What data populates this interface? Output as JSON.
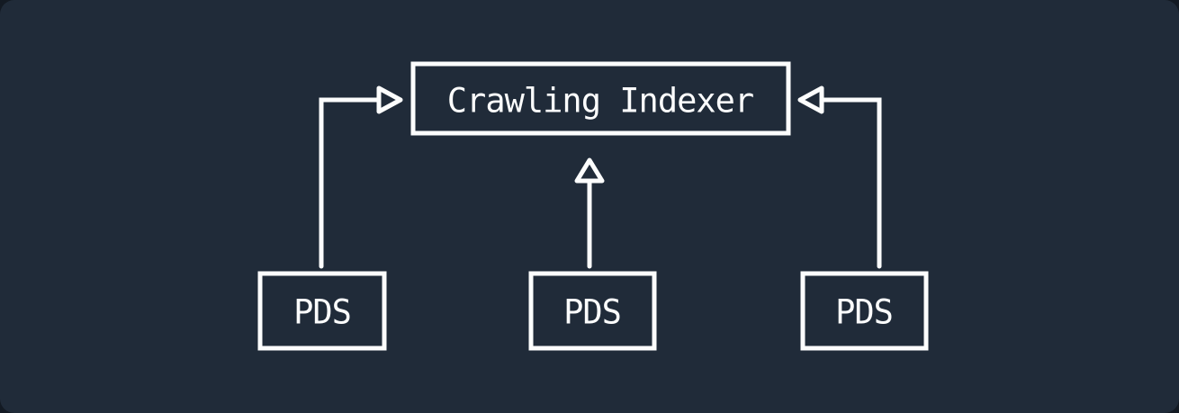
{
  "colors": {
    "page_background": "#131a23",
    "card_background": "#202b39",
    "stroke": "#fcfdfd",
    "text": "#fcfdfd"
  },
  "diagram": {
    "indexer": {
      "label": "Crawling Indexer"
    },
    "pds_nodes": [
      {
        "label": "PDS"
      },
      {
        "label": "PDS"
      },
      {
        "label": "PDS"
      }
    ]
  }
}
